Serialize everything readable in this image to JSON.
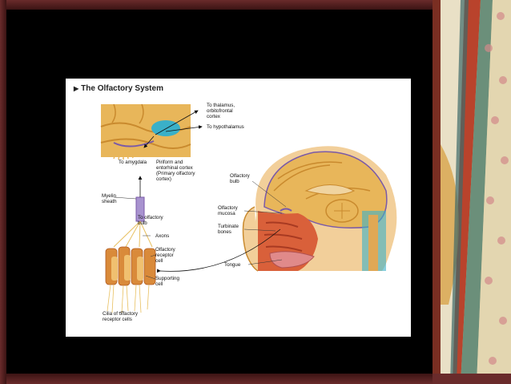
{
  "figure": {
    "title": "The Olfactory System",
    "labels": {
      "thalamus": "To thalamus,\norbitofrontal\ncortex",
      "hypothalamus": "To hypothalamus",
      "amygdala": "To amygdala",
      "piriform": "Piriform and\nentorhinal cortex\n(Primary olfactory\ncortex)",
      "myelin": "Myelin\nsheath",
      "to_bulb": "To olfactory\nbulb",
      "axons": "Axons",
      "receptor": "Olfactory\nreceptor\ncell",
      "supporting": "Supporting\ncell",
      "cilia": "Cilia of olfactory\nreceptor cells",
      "olf_bulb": "Olfactory\nbulb",
      "mucosa": "Olfactory\nmucosa",
      "turbinate": "Turbinate\nbones",
      "tongue": "Tongue"
    }
  },
  "colors": {
    "frame": "#5a2222",
    "brain": "#e8b65a",
    "brain_dark": "#c98a2e",
    "skin": "#f2cf9a",
    "nasal": "#d9603a",
    "blue": "#3ab0c8",
    "purple": "#7a5aa8"
  }
}
